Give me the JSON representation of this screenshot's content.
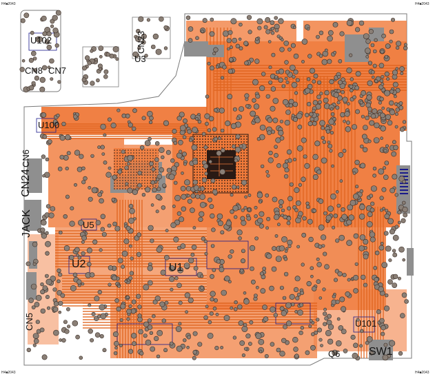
{
  "board": {
    "colors": {
      "trace": "#f07a3a",
      "trace_dark": "#e0641e",
      "via": "#8a7f76",
      "via_ring": "#3a2d26",
      "silkscreen": "#1a1a8a",
      "pad_gray": "#8f8f8f",
      "outline": "#7a7a7a",
      "bga": "#2a1a14"
    },
    "corner_marks": {
      "top_left": "H4■2043",
      "top_right": "H4■2043",
      "bottom_left": "H4■2043",
      "bottom_right": "H4■2043"
    },
    "designators": {
      "u1": "U1",
      "u2": "U2",
      "u3": "U3",
      "u5": "U5",
      "u100": "U100",
      "u101": "U101",
      "u102": "U102",
      "sw1": "SW1",
      "jack": "JACK",
      "cn24": "CN24",
      "cn5": "CN5",
      "cn6": "CN6",
      "cn23": "CN23",
      "cn8": "CN8",
      "cn7": "CN7",
      "q6": "Q6"
    }
  }
}
